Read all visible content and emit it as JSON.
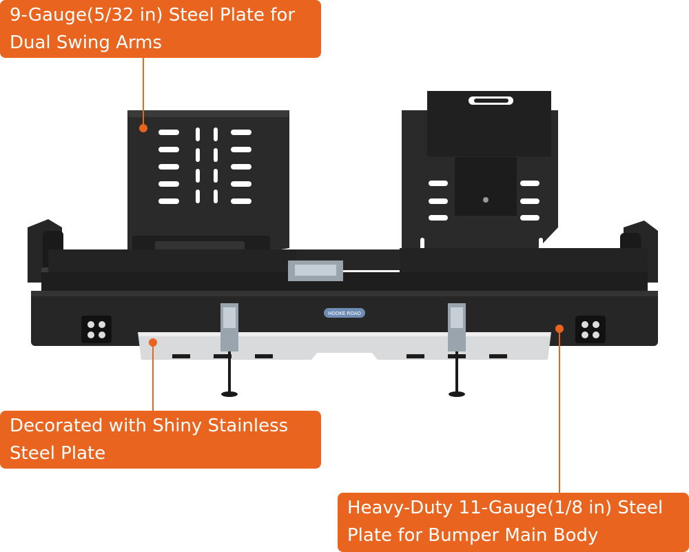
{
  "callouts": {
    "top_left": {
      "line1": "9-Gauge(5/32 in) Steel Plate for",
      "line2": "Dual Swing Arms"
    },
    "bottom_left": {
      "line1": "Decorated with Shiny Stainless",
      "line2": "Steel Plate"
    },
    "bottom_right": {
      "line1": "Heavy-Duty 11-Gauge(1/8 in) Steel",
      "line2": "Plate for Bumper Main Body"
    }
  },
  "badge_text": "HOOKE ROAD",
  "colors": {
    "accent": "#e8641f",
    "steel_black": "#262626",
    "stainless": "#d9dadc"
  }
}
